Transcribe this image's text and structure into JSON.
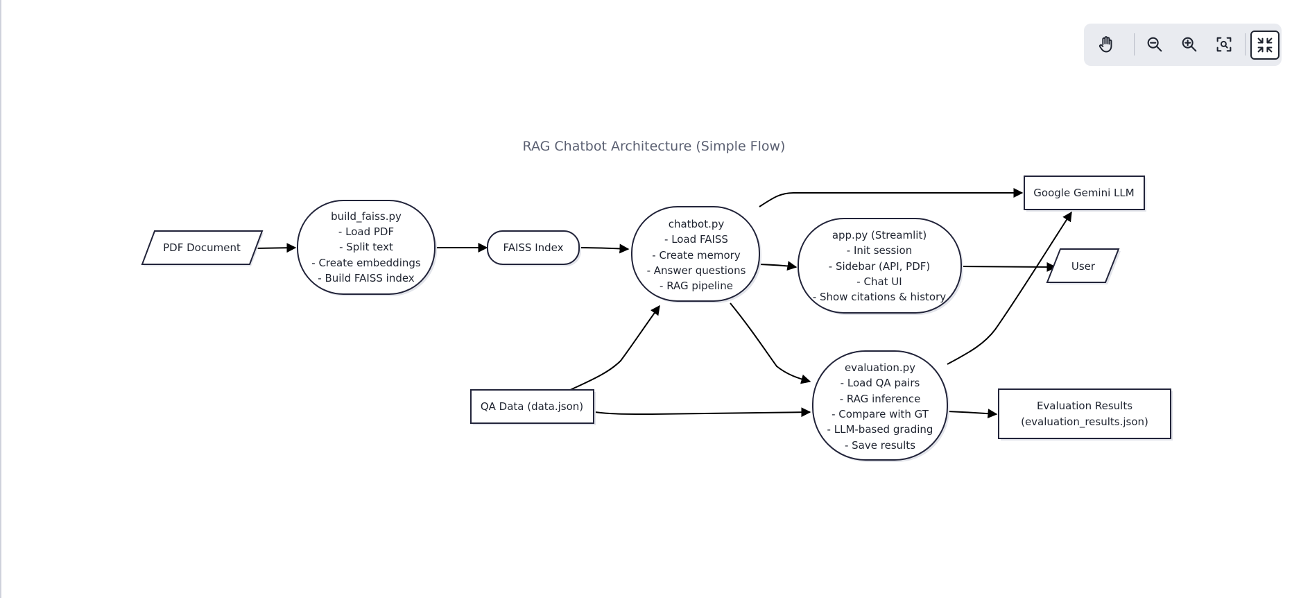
{
  "toolbar": {
    "pan": {
      "icon": "hand-icon"
    },
    "zoom_out": {
      "icon": "zoom-out-icon"
    },
    "zoom_in": {
      "icon": "zoom-in-icon"
    },
    "fit": {
      "icon": "zoom-fit-icon"
    },
    "collapse": {
      "icon": "collapse-icon"
    }
  },
  "diagram": {
    "title": "RAG Chatbot Architecture (Simple Flow)",
    "nodes": {
      "pdf": {
        "lines": [
          "PDF Document"
        ]
      },
      "build_faiss": {
        "lines": [
          "build_faiss.py",
          "- Load PDF",
          "- Split text",
          "- Create embeddings",
          "- Build FAISS index"
        ]
      },
      "faiss_index": {
        "lines": [
          "FAISS Index"
        ]
      },
      "chatbot": {
        "lines": [
          "chatbot.py",
          "- Load FAISS",
          "- Create memory",
          "- Answer questions",
          "- RAG pipeline"
        ]
      },
      "gemini": {
        "lines": [
          "Google Gemini LLM"
        ]
      },
      "app": {
        "lines": [
          "app.py (Streamlit)",
          "- Init session",
          "- Sidebar (API, PDF)",
          "- Chat UI",
          "- Show citations & history"
        ]
      },
      "user": {
        "lines": [
          "User"
        ]
      },
      "qa_data": {
        "lines": [
          "QA Data (data.json)"
        ]
      },
      "evaluation": {
        "lines": [
          "evaluation.py",
          "- Load QA pairs",
          "- RAG inference",
          "- Compare with GT",
          "- LLM-based grading",
          "- Save results"
        ]
      },
      "eval_results": {
        "lines": [
          "Evaluation Results",
          "(evaluation_results.json)"
        ]
      }
    }
  },
  "colors": {
    "stroke": "#22243a",
    "text": "#1f2430",
    "title": "#5b6072",
    "toolbar_bg": "#e9ebf0"
  }
}
